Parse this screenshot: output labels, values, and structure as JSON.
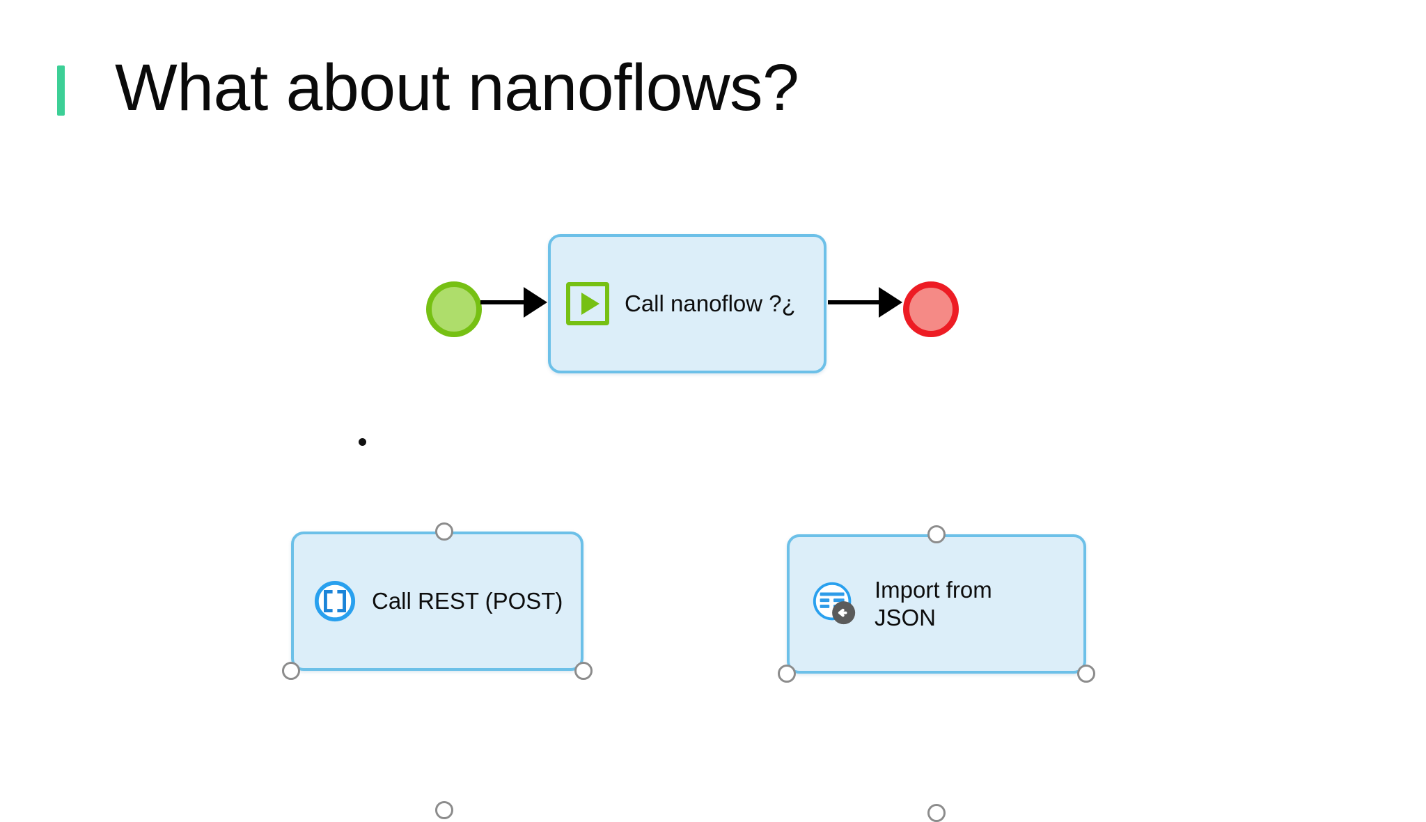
{
  "slide": {
    "title": "What about nanoflows?",
    "accent_color": "#3CCF96",
    "background": "#ffffff"
  },
  "diagram": {
    "type": "microflow",
    "palette": {
      "activity_fill": "#DCEEF9",
      "activity_border": "#6CC0E8",
      "start_fill": "#AEDD6B",
      "start_border": "#76C013",
      "end_fill": "#F58A86",
      "end_border": "#ED1C24",
      "connector": "#000000",
      "handle_border": "#8c8c8c",
      "icon_blue": "#2196F3",
      "icon_green": "#76C013",
      "badge_gray": "#5b5b5b"
    },
    "nodes": [
      {
        "id": "start-event",
        "name": "start-event",
        "kind": "start",
        "label": ""
      },
      {
        "id": "box-call-nanoflow",
        "name": "call-nanoflow-activity",
        "kind": "activity",
        "label": "Call nanoflow ?¿",
        "icon": "nanoflow-play-icon",
        "selected": false
      },
      {
        "id": "end-event",
        "name": "end-event",
        "kind": "end",
        "label": ""
      },
      {
        "id": "box-call-rest",
        "name": "call-rest-activity",
        "kind": "activity",
        "label": "Call REST (POST)",
        "icon": "rest-brackets-icon",
        "selected": true
      },
      {
        "id": "box-import-json",
        "name": "import-from-json-activity",
        "kind": "activity",
        "label": "Import from\nJSON",
        "icon": "import-json-icon",
        "selected": true
      }
    ],
    "connectors": [
      {
        "name": "connector-start-to-nanoflow",
        "from": "start-event",
        "to": "box-call-nanoflow"
      },
      {
        "name": "connector-nanoflow-to-end",
        "from": "box-call-nanoflow",
        "to": "end-event"
      }
    ],
    "bullet": "•"
  }
}
